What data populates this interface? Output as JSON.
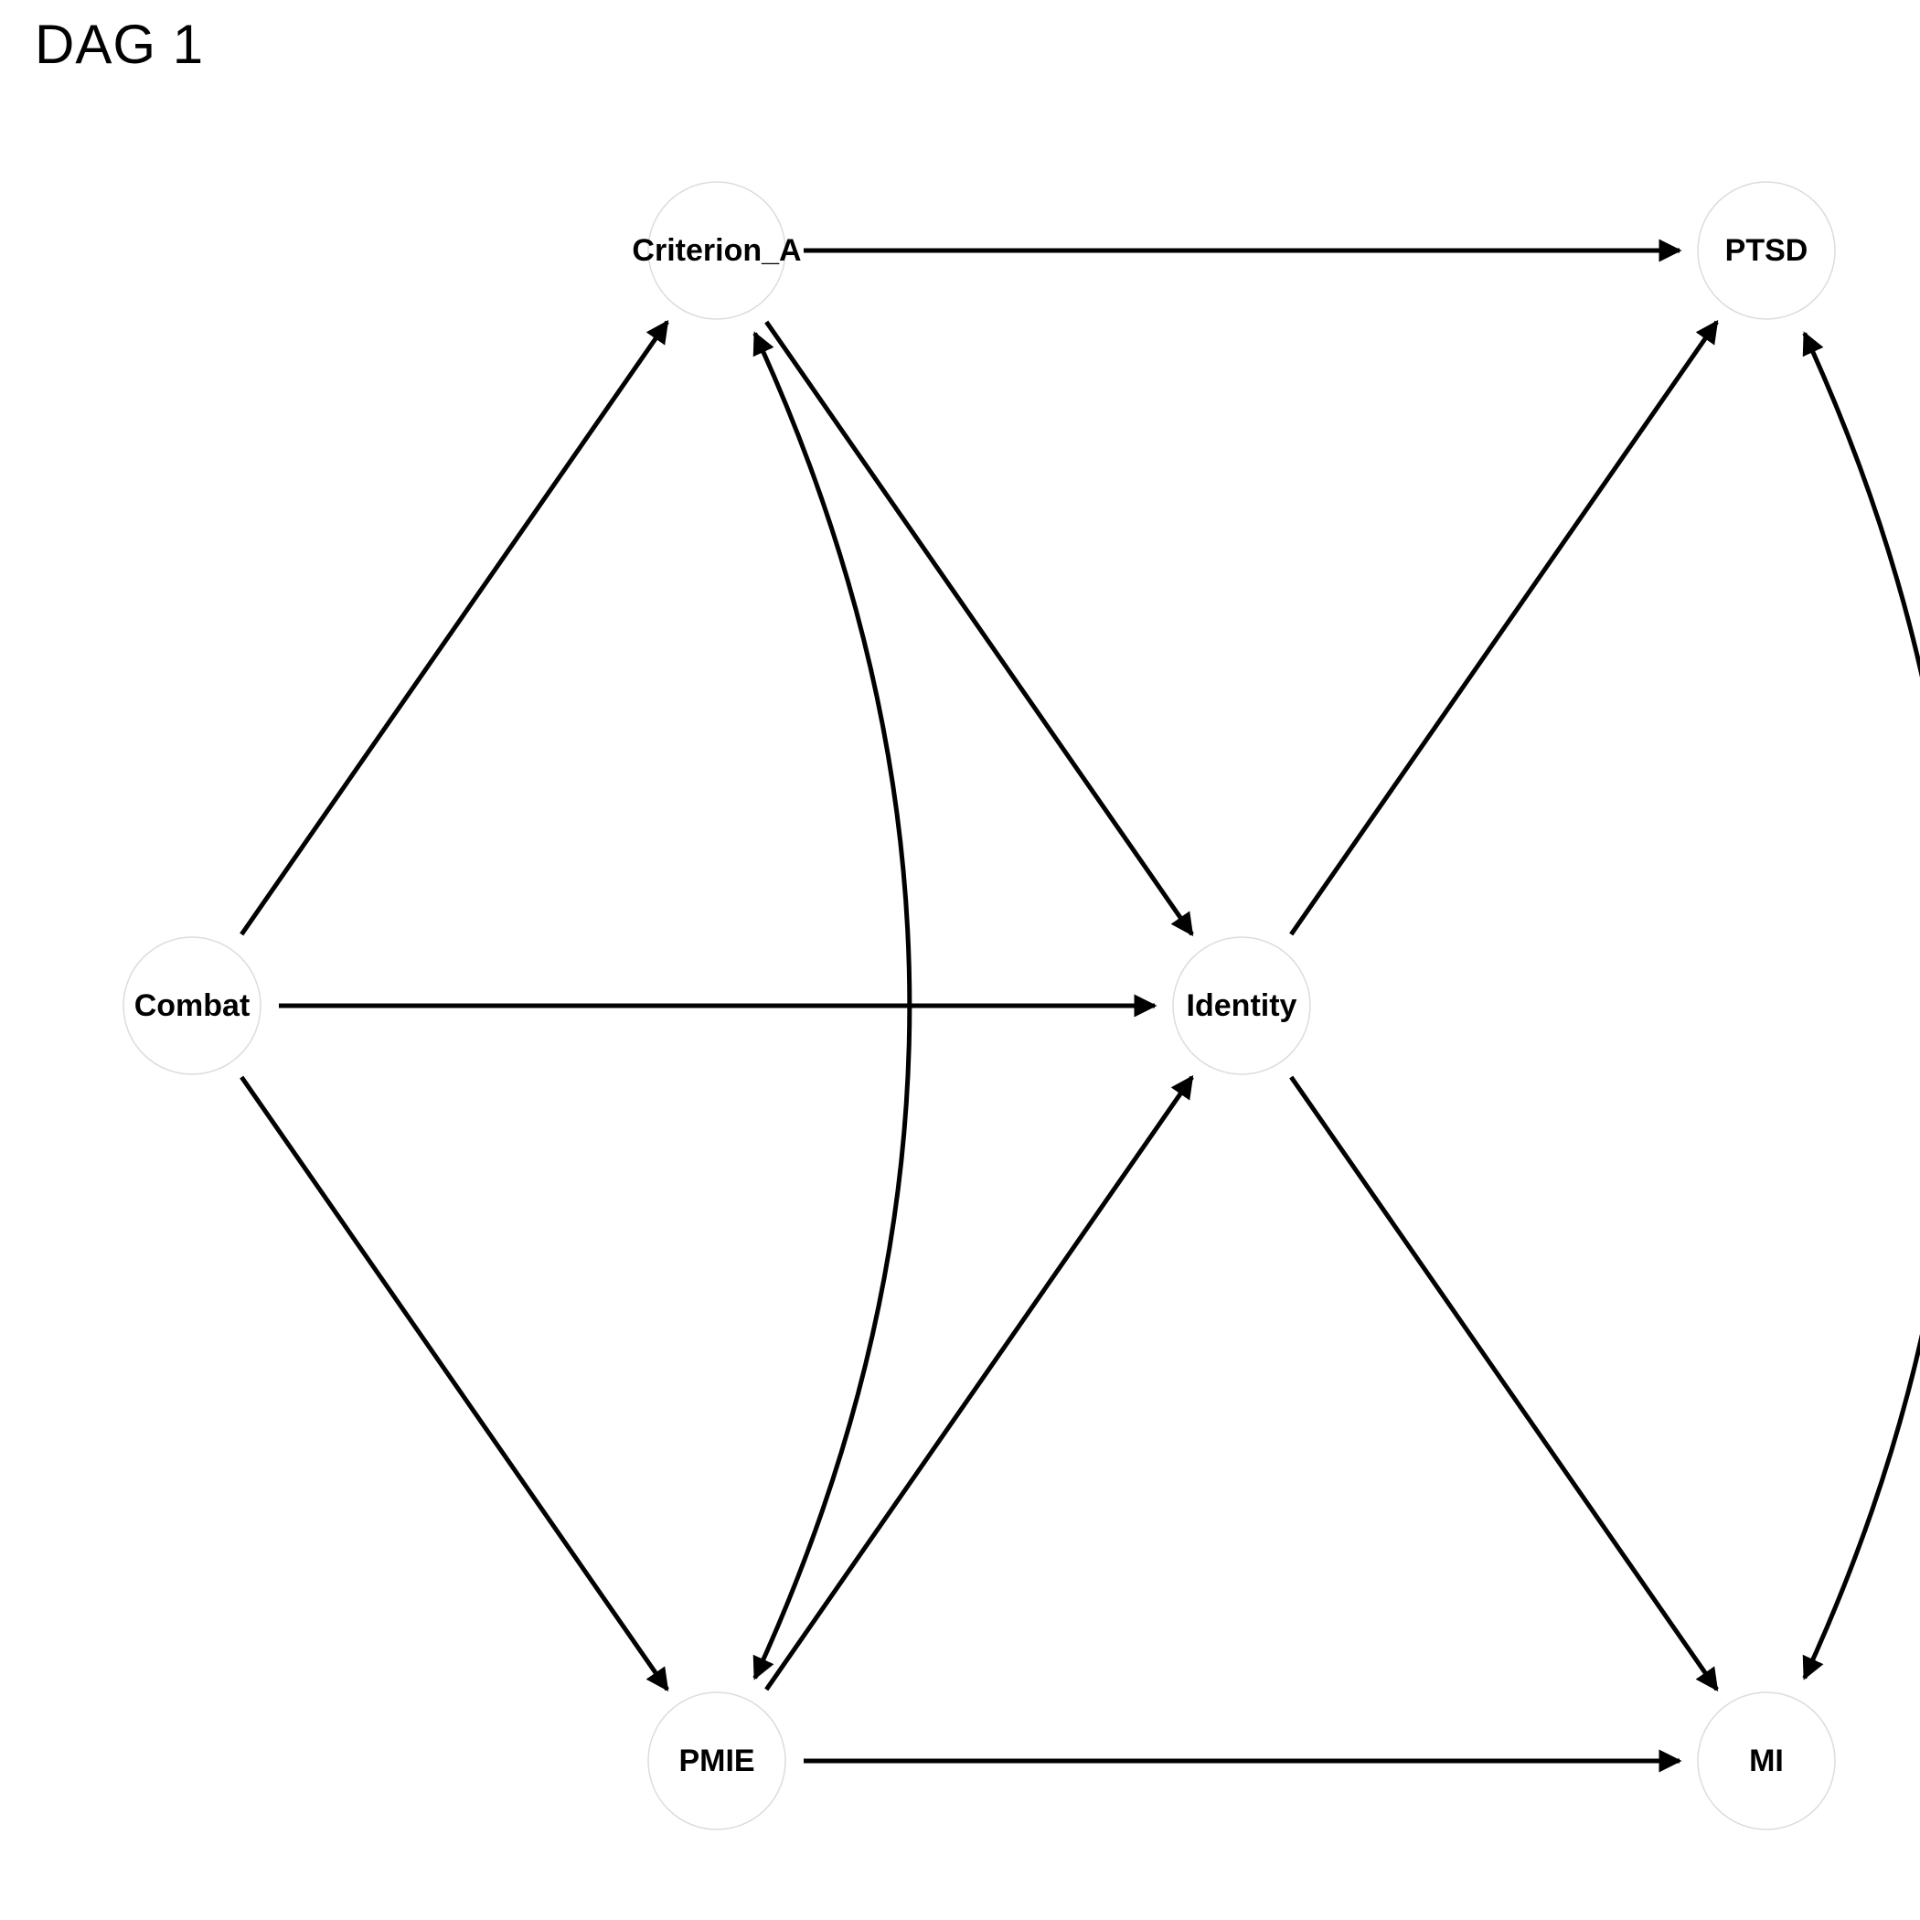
{
  "title": "DAG 1",
  "nodes": [
    {
      "id": "Combat",
      "label": "Combat"
    },
    {
      "id": "Criterion_A",
      "label": "Criterion_A"
    },
    {
      "id": "PMIE",
      "label": "PMIE"
    },
    {
      "id": "Identity",
      "label": "Identity"
    },
    {
      "id": "PTSD",
      "label": "PTSD"
    },
    {
      "id": "MI",
      "label": "MI"
    }
  ],
  "edges": [
    {
      "from": "Combat",
      "to": "Criterion_A"
    },
    {
      "from": "Combat",
      "to": "Identity"
    },
    {
      "from": "Combat",
      "to": "PMIE"
    },
    {
      "from": "Criterion_A",
      "to": "PTSD"
    },
    {
      "from": "Criterion_A",
      "to": "Identity"
    },
    {
      "from": "PMIE",
      "to": "Identity"
    },
    {
      "from": "PMIE",
      "to": "MI"
    },
    {
      "from": "Identity",
      "to": "PTSD"
    },
    {
      "from": "Identity",
      "to": "MI"
    }
  ],
  "bidirected_edges": [
    {
      "a": "Criterion_A",
      "b": "PMIE"
    },
    {
      "a": "PTSD",
      "b": "MI"
    }
  ],
  "colors": {
    "edge": "#000000",
    "node_fill": "#ffffff",
    "node_stroke": "#dcdcdc"
  }
}
